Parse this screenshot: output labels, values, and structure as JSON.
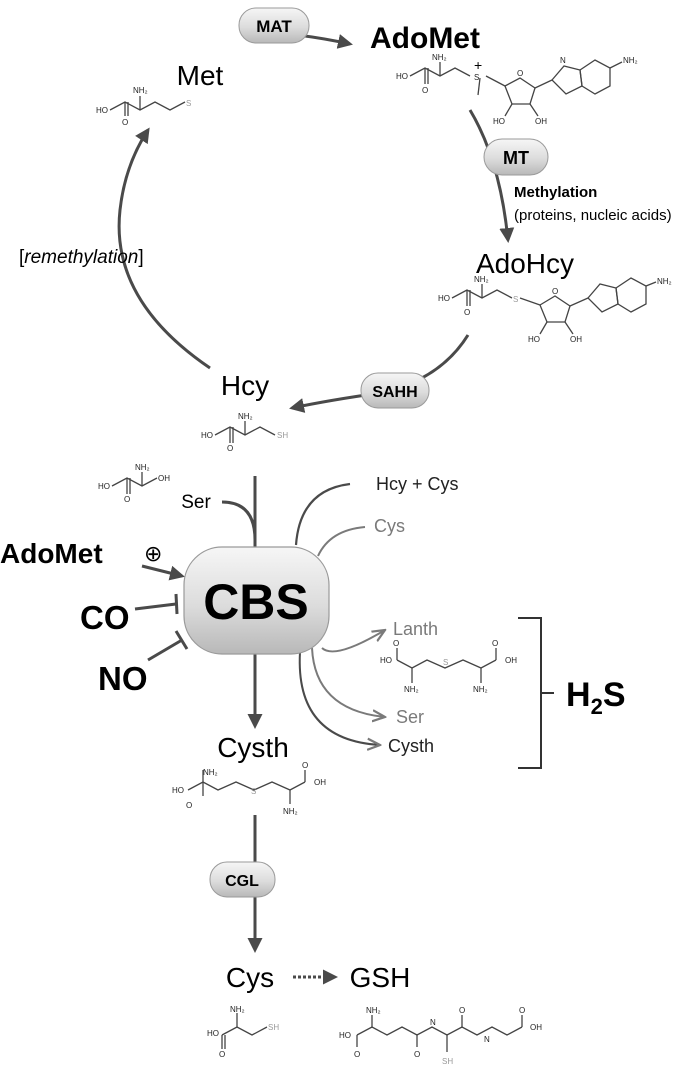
{
  "enzymes": {
    "mat": "MAT",
    "mt": "MT",
    "sahh": "SAHH",
    "cgl": "CGL",
    "cbs": "CBS"
  },
  "metabolites": {
    "met": "Met",
    "adomet": "AdoMet",
    "adohcy": "AdoHcy",
    "hcy": "Hcy",
    "ser": "Ser",
    "cysth": "Cysth",
    "cys": "Cys",
    "gsh": "GSH"
  },
  "methylation": {
    "title": "Methylation",
    "detail": "(proteins, nucleic acids)"
  },
  "remethylation": {
    "open": "[",
    "text": "remethylation",
    "close": "]"
  },
  "regulators": {
    "adomet": "AdoMet",
    "plus": "⊕",
    "co": "CO",
    "no": "NO"
  },
  "side_products": {
    "hcy_cys": "Hcy + Cys",
    "cys": "Cys",
    "lanth": "Lanth",
    "ser": "Ser",
    "cysth": "Cysth"
  },
  "h2s": {
    "h": "H",
    "sub": "2",
    "s": "S"
  },
  "atoms": {
    "nh2": "NH₂",
    "ho": "HO",
    "oh": "OH",
    "o": "O",
    "s": "S",
    "sh": "SH",
    "n": "N",
    "h": "H",
    "plus": "+"
  },
  "colors": {
    "arrow_dark": "#4a4a4a",
    "arrow_gray": "#7a7a7a",
    "text_gray": "#7a7a7a",
    "enzyme_fill_top": "#f4f4f4",
    "enzyme_fill_bottom": "#c4c4c4"
  }
}
